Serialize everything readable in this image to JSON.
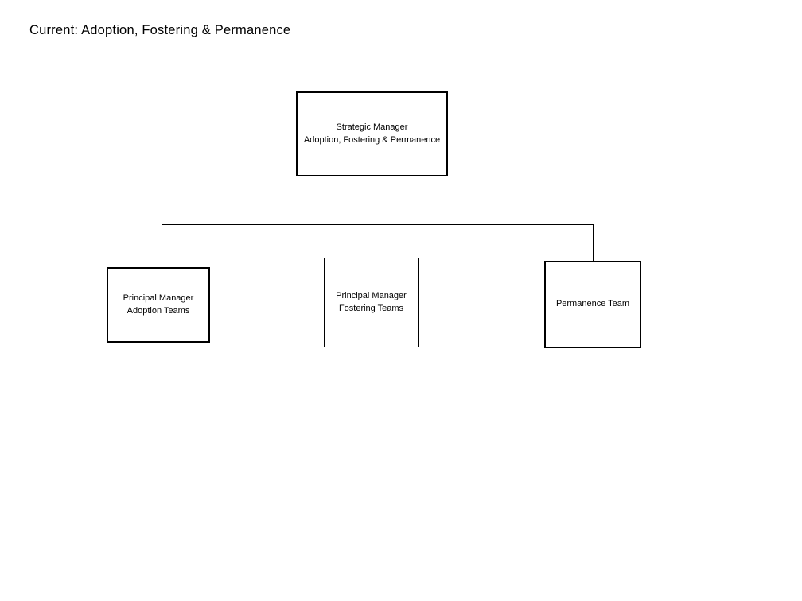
{
  "document": {
    "heading": "Current: Adoption, Fostering & Permanence"
  },
  "org_chart": {
    "root": {
      "lines": [
        "Strategic Manager",
        "Adoption, Fostering & Permanence"
      ]
    },
    "children": [
      {
        "lines": [
          "Principal Manager",
          "Adoption Teams"
        ]
      },
      {
        "lines": [
          "Principal Manager",
          "Fostering Teams"
        ]
      },
      {
        "lines": [
          "Permanence Team"
        ]
      }
    ],
    "colors": {
      "box_border": "#000000",
      "connector": "#000000",
      "text": "#000000",
      "background": "#ffffff"
    }
  }
}
